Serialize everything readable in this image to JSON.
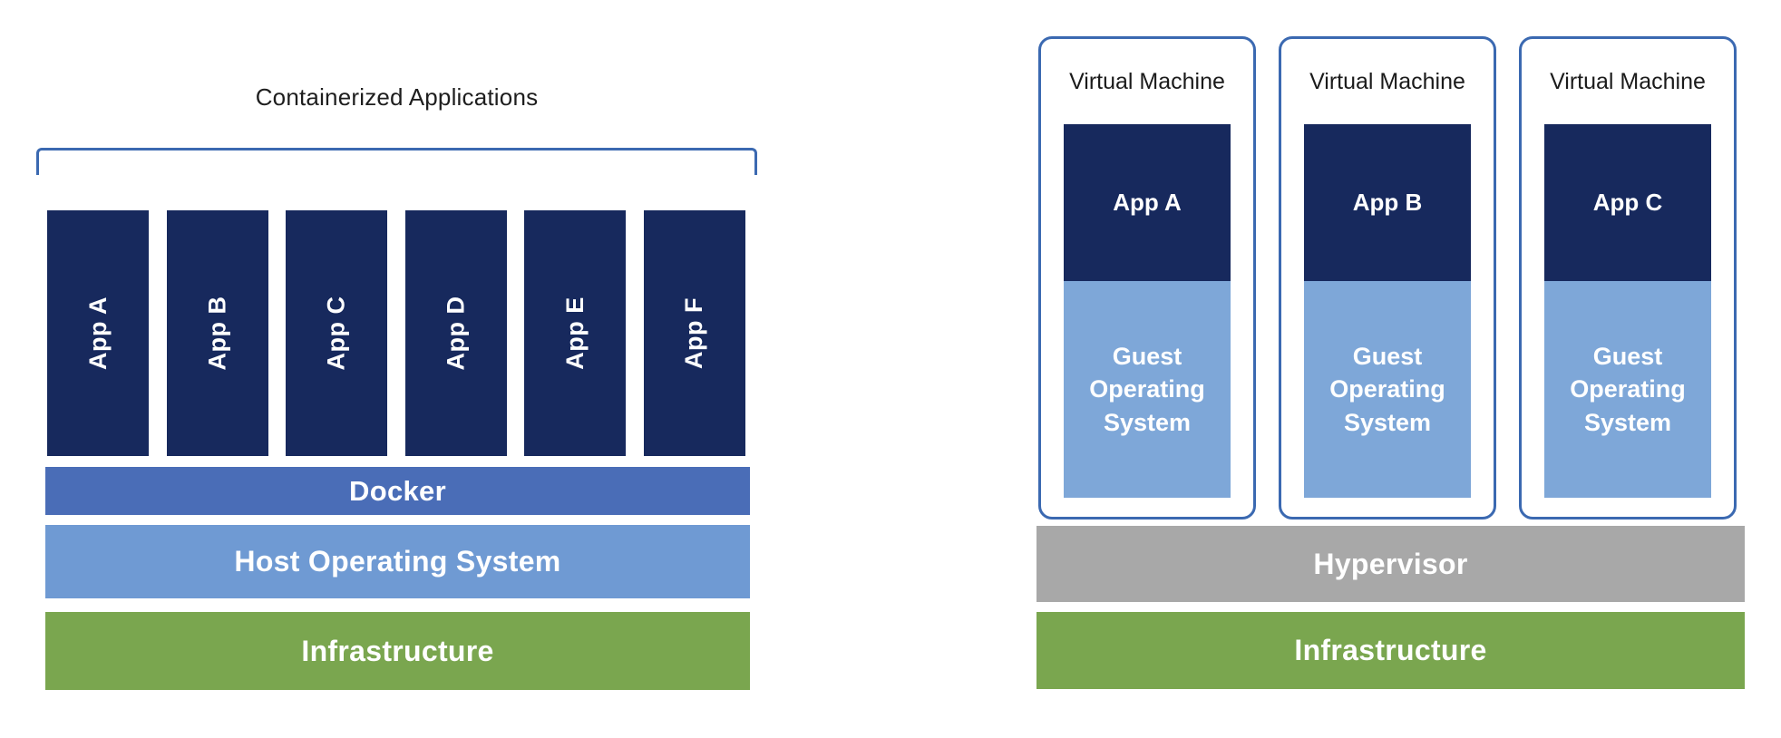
{
  "colors": {
    "app_navy": "#17295d",
    "docker_blue": "#4a6db7",
    "host_os_blue": "#6f9ad3",
    "guest_os_blue": "#7ea7d8",
    "hypervisor_gray": "#a8a8a8",
    "infrastructure_green": "#7aa64f",
    "outline_blue": "#3b69b1",
    "title_text": "#1e1e1e",
    "layer_text": "#ffffff"
  },
  "left_diagram": {
    "title": "Containerized Applications",
    "apps": [
      "App A",
      "App B",
      "App C",
      "App D",
      "App E",
      "App F"
    ],
    "layers": {
      "docker": "Docker",
      "host_os": "Host Operating System",
      "infrastructure": "Infrastructure"
    }
  },
  "right_diagram": {
    "vms": [
      {
        "title": "Virtual Machine",
        "app": "App A",
        "guest_os": "Guest Operating System"
      },
      {
        "title": "Virtual Machine",
        "app": "App B",
        "guest_os": "Guest Operating System"
      },
      {
        "title": "Virtual Machine",
        "app": "App C",
        "guest_os": "Guest Operating System"
      }
    ],
    "layers": {
      "hypervisor": "Hypervisor",
      "infrastructure": "Infrastructure"
    }
  }
}
